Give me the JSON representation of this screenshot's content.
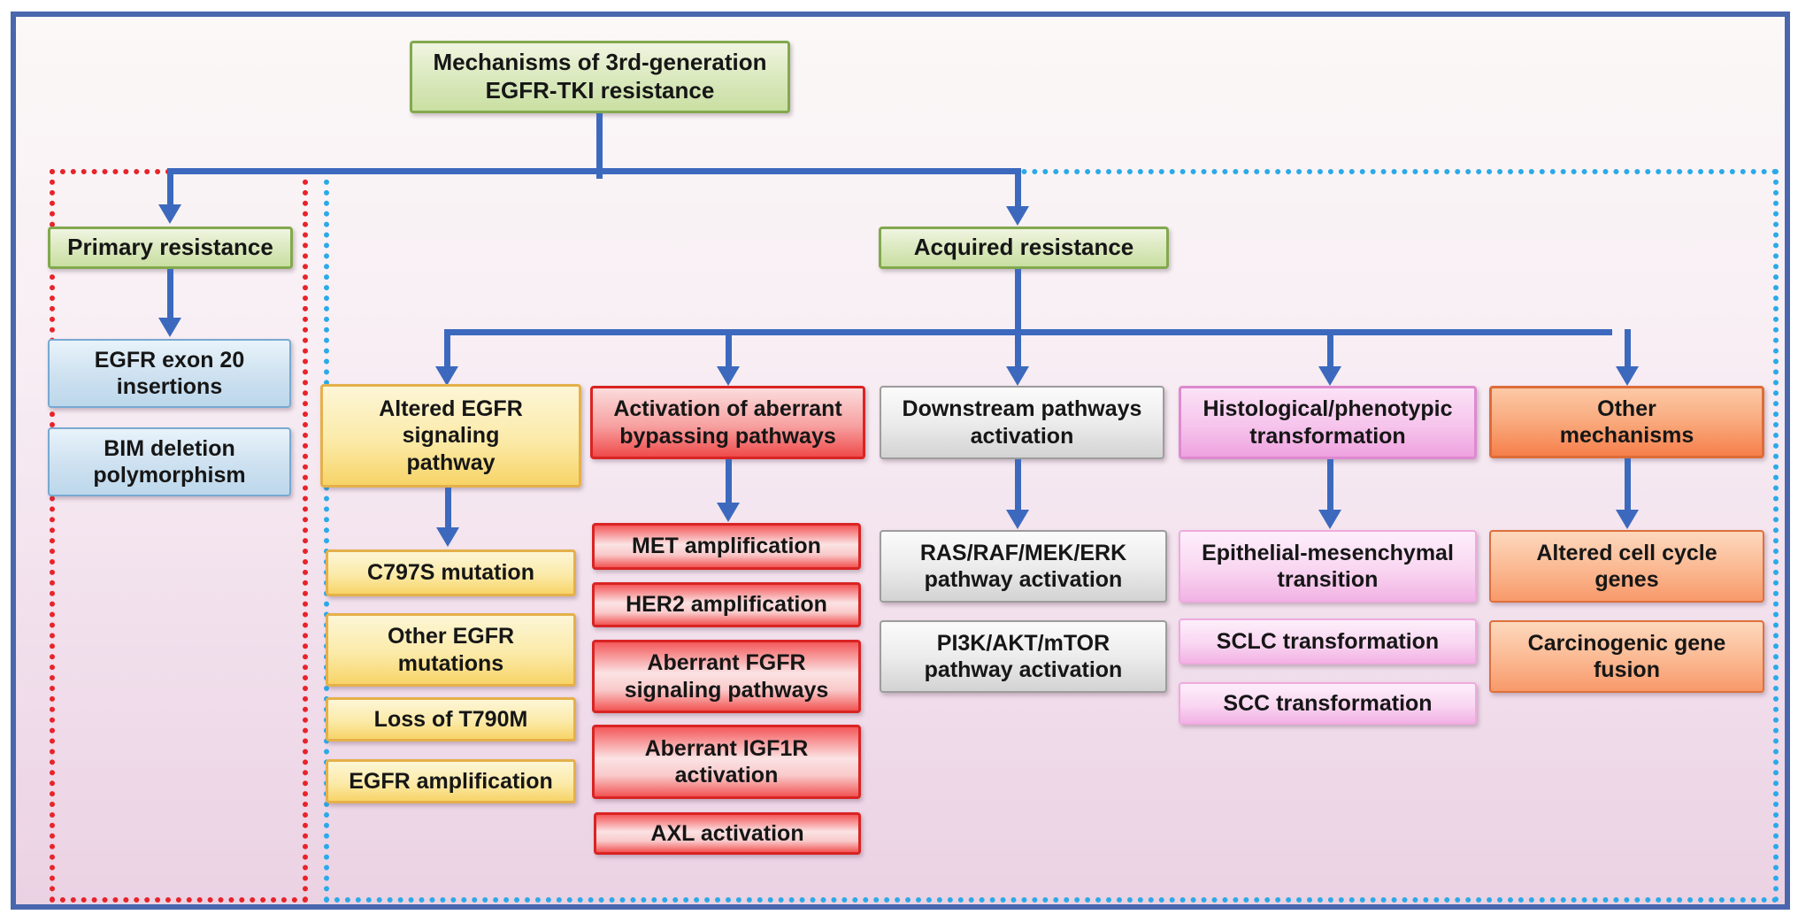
{
  "diagram": {
    "title": [
      "Mechanisms of 3rd-generation",
      "EGFR-TKI resistance"
    ],
    "primary": {
      "label": "Primary resistance",
      "children": [
        [
          "EGFR exon 20",
          "insertions"
        ],
        [
          "BIM deletion",
          "polymorphism"
        ]
      ]
    },
    "acquired": {
      "label": "Acquired resistance",
      "branches": [
        {
          "label": [
            "Altered EGFR",
            "signaling",
            "pathway"
          ],
          "children": [
            "C797S mutation",
            [
              "Other EGFR",
              "mutations"
            ],
            "Loss of T790M",
            "EGFR amplification"
          ]
        },
        {
          "label": [
            "Activation of aberrant",
            "bypassing pathways"
          ],
          "children": [
            "MET amplification",
            "HER2 amplification",
            [
              "Aberrant FGFR",
              "signaling pathways"
            ],
            [
              "Aberrant IGF1R",
              "activation"
            ],
            "AXL activation"
          ]
        },
        {
          "label": [
            "Downstream pathways",
            "activation"
          ],
          "children": [
            [
              "RAS/RAF/MEK/ERK",
              "pathway activation"
            ],
            [
              "PI3K/AKT/mTOR",
              "pathway activation"
            ]
          ]
        },
        {
          "label": [
            "Histological/phenotypic",
            "transformation"
          ],
          "children": [
            [
              "Epithelial-mesenchymal",
              "transition"
            ],
            "SCLC transformation",
            "SCC transformation"
          ]
        },
        {
          "label": [
            "Other",
            "mechanisms"
          ],
          "children": [
            [
              "Altered cell cycle",
              "genes"
            ],
            [
              "Carcinogenic gene",
              "fusion"
            ]
          ]
        }
      ]
    },
    "colors": {
      "outer_border": "#4a66ae",
      "primary_zone_dotted": "#e8232a",
      "acquired_zone_dotted": "#2ba9e8",
      "arrow": "#3c69be",
      "green_box": "#c9dfa2",
      "blue_box": "#bcd7eb",
      "yellow_box": "#f7d468",
      "red_box": "#f25554",
      "gray_box": "#d3d3d3",
      "pink_box": "#f2b2e5",
      "orange_box": "#f8996a"
    }
  }
}
